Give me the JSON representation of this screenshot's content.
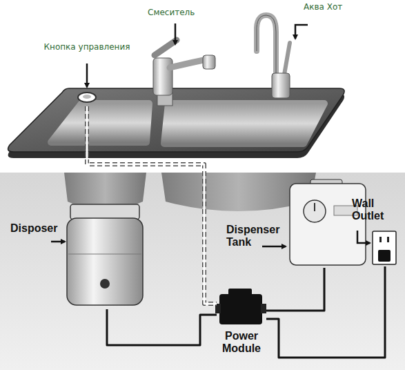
{
  "diagram": {
    "nodes": [
      {
        "text": [
          "Кнопка управления"
        ]
      },
      {
        "text": [
          "Disposer"
        ]
      },
      {
        "text": [
          "Dispenser Tank"
        ]
      },
      {
        "text": [
          "Power Module"
        ]
      },
      {
        "text": [
          "Wall Outlet"
        ]
      }
    ],
    "edges": [
      {
        "from": 0,
        "to": 3,
        "arrow": "none"
      },
      {
        "from": 1,
        "to": 3,
        "arrow": "none"
      },
      {
        "from": 2,
        "to": 3,
        "arrow": "none"
      },
      {
        "from": 3,
        "to": 4,
        "arrow": "none"
      }
    ],
    "labels": [
      "Смеситель",
      "Аква Хот"
    ]
  }
}
